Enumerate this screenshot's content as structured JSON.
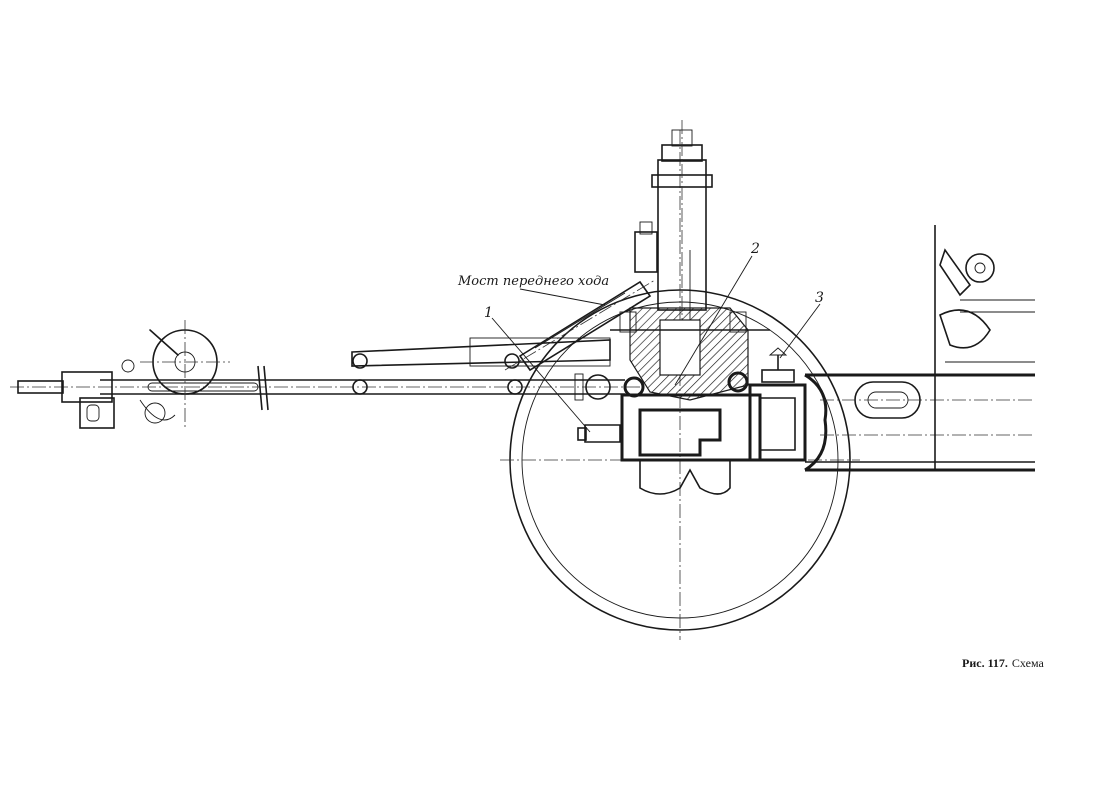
{
  "labels": {
    "front_axle": "Мост переднего хода",
    "callout_1": "1",
    "callout_2": "2",
    "callout_3": "3"
  },
  "caption": {
    "figure_number": "Рис. 117.",
    "title": "Схема"
  }
}
